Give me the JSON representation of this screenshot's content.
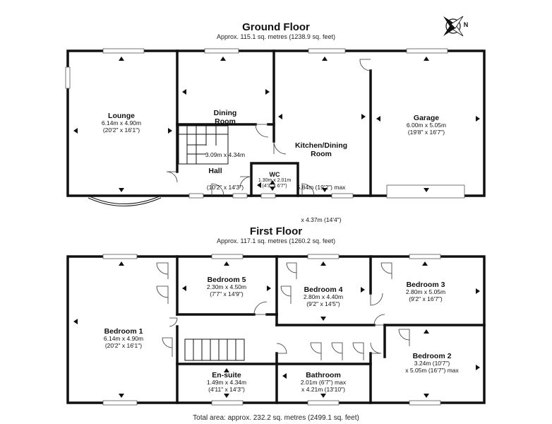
{
  "ground_floor": {
    "title": "Ground Floor",
    "area": "Approx. 115.1 sq. metres (1238.9 sq. feet)",
    "rooms": [
      {
        "key": "lounge",
        "name": "Lounge",
        "dim1": "6.14m x 4.90m",
        "dim2": "(20'2\" x 16'1\")"
      },
      {
        "key": "dining",
        "name": "Dining\nRoom",
        "dim1": "3.09m x 4.34m",
        "dim2": "(10'2\" x 14'3\")"
      },
      {
        "key": "kitchen",
        "name": "Kitchen/Dining\nRoom",
        "dim1": "5.84m (19'2\") max",
        "dim2": "x 4.37m (14'4\")"
      },
      {
        "key": "garage",
        "name": "Garage",
        "dim1": "6.00m x 5.05m",
        "dim2": "(19'8\" x 16'7\")"
      },
      {
        "key": "hall",
        "name": "Hall",
        "dim1": "",
        "dim2": ""
      },
      {
        "key": "wc",
        "name": "WC",
        "dim1": "1.30m x 2.01m",
        "dim2": "(4'3\" x 6'7\")"
      }
    ]
  },
  "first_floor": {
    "title": "First Floor",
    "area": "Approx. 117.1 sq. metres (1260.2 sq. feet)",
    "rooms": [
      {
        "key": "bed1",
        "name": "Bedroom 1",
        "dim1": "6.14m x 4.90m",
        "dim2": "(20'2\" x 16'1\")"
      },
      {
        "key": "bed5",
        "name": "Bedroom 5",
        "dim1": "2.30m x 4.50m",
        "dim2": "(7'7\" x 14'9\")"
      },
      {
        "key": "bed4",
        "name": "Bedroom 4",
        "dim1": "2.80m x 4.40m",
        "dim2": "(9'2\" x 14'5\")"
      },
      {
        "key": "bed3",
        "name": "Bedroom 3",
        "dim1": "2.80m x 5.05m",
        "dim2": "(9'2\" x 16'7\")"
      },
      {
        "key": "bed2",
        "name": "Bedroom 2",
        "dim1": "3.24m (10'7\")",
        "dim2": "x 5.05m (16'7\") max"
      },
      {
        "key": "ensuite",
        "name": "En-suite",
        "dim1": "1.49m x 4.34m",
        "dim2": "(4'11\" x 14'3\")"
      },
      {
        "key": "bathroom",
        "name": "Bathroom",
        "dim1": "2.01m (6'7\") max",
        "dim2": "x 4.21m (13'10\")"
      }
    ]
  },
  "total_area": "Total area: approx. 232.2 sq. metres (2499.1 sq. feet)",
  "compass_label": "N"
}
